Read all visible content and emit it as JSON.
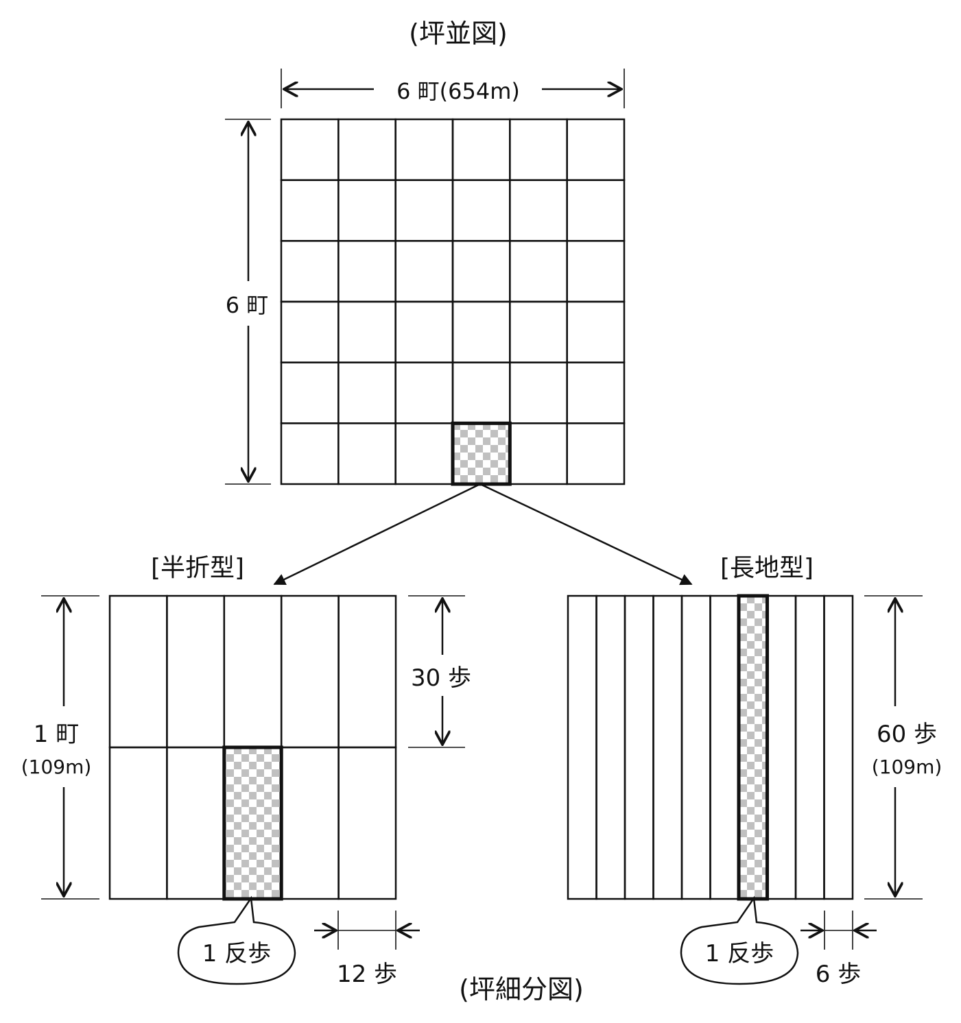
{
  "top_title": "(坪並図)",
  "top_width_label": "6 町(654m)",
  "top_height_label": "6 町",
  "left_type_label": "[半折型]",
  "right_type_label": "[長地型]",
  "left": {
    "height_label": "1 町",
    "height_meters": "(109m)",
    "half_label": "30 歩",
    "width_label": "12 歩",
    "callout": "1 反歩",
    "columns": 5,
    "rows": 2
  },
  "right": {
    "height_label": "60 歩",
    "height_meters": "(109m)",
    "width_label": "6 歩",
    "callout": "1 反歩",
    "columns": 10,
    "rows": 1
  },
  "bottom_title": "(坪細分図)",
  "top_grid": {
    "columns": 6,
    "rows": 6
  },
  "colors": {
    "line": "#111111",
    "checker": "#c0c0c0"
  }
}
